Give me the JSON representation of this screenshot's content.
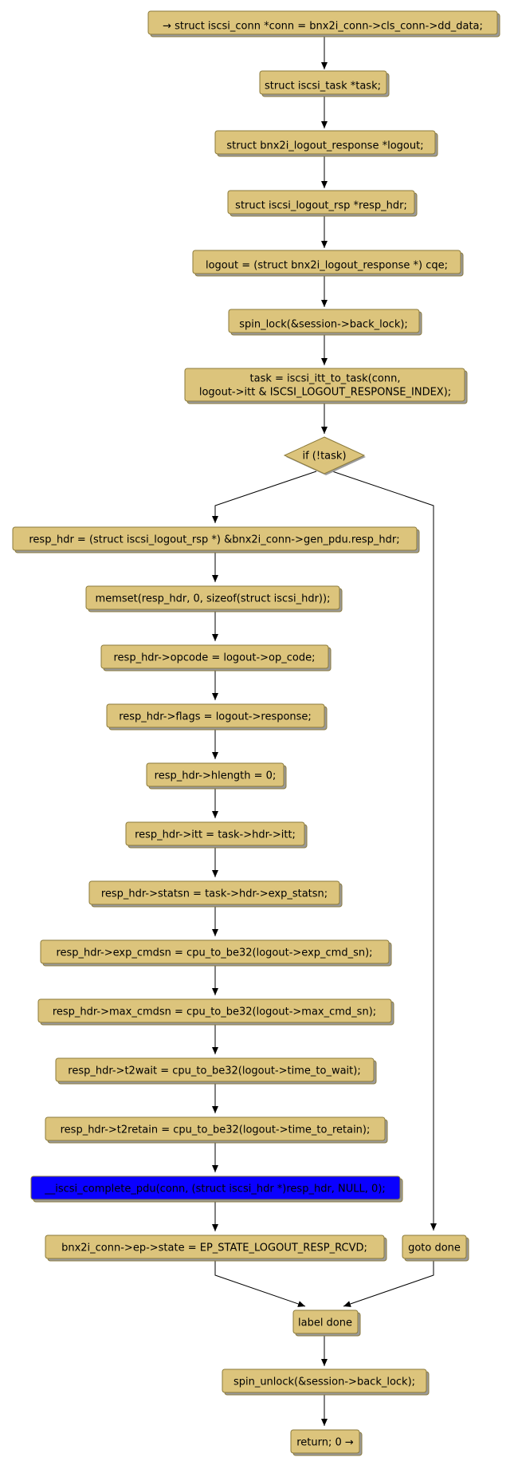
{
  "colors": {
    "node_fill": "#dcc47c",
    "node_border": "#8b7a3a",
    "highlight_fill": "#0a00ff",
    "edge": "#000000",
    "shadow": "#9b9b9b"
  },
  "nodes": {
    "n1": "→ struct iscsi_conn *conn = bnx2i_conn->cls_conn->dd_data;",
    "n2": "struct iscsi_task *task;",
    "n3": "struct bnx2i_logout_response *logout;",
    "n4": "struct iscsi_logout_rsp *resp_hdr;",
    "n5": "logout = (struct bnx2i_logout_response *) cqe;",
    "n6": "spin_lock(&session->back_lock);",
    "n7a": "task = iscsi_itt_to_task(conn,",
    "n7b": "logout->itt & ISCSI_LOGOUT_RESPONSE_INDEX);",
    "decision": "if (!task)",
    "l1": "resp_hdr = (struct iscsi_logout_rsp *) &bnx2i_conn->gen_pdu.resp_hdr;",
    "l2": "memset(resp_hdr, 0, sizeof(struct iscsi_hdr));",
    "l3": "resp_hdr->opcode = logout->op_code;",
    "l4": "resp_hdr->flags = logout->response;",
    "l5": "resp_hdr->hlength = 0;",
    "l6": "resp_hdr->itt = task->hdr->itt;",
    "l7": "resp_hdr->statsn = task->hdr->exp_statsn;",
    "l8": "resp_hdr->exp_cmdsn = cpu_to_be32(logout->exp_cmd_sn);",
    "l9": "resp_hdr->max_cmdsn = cpu_to_be32(logout->max_cmd_sn);",
    "l10": "resp_hdr->t2wait = cpu_to_be32(logout->time_to_wait);",
    "l11": "resp_hdr->t2retain = cpu_to_be32(logout->time_to_retain);",
    "l12": "__iscsi_complete_pdu(conn, (struct iscsi_hdr *)resp_hdr, NULL, 0);",
    "l13": "bnx2i_conn->ep->state = EP_STATE_LOGOUT_RESP_RCVD;",
    "r1": "goto done",
    "m1": "label done",
    "m2": "spin_unlock(&session->back_lock);",
    "m3": "return; 0 →"
  }
}
